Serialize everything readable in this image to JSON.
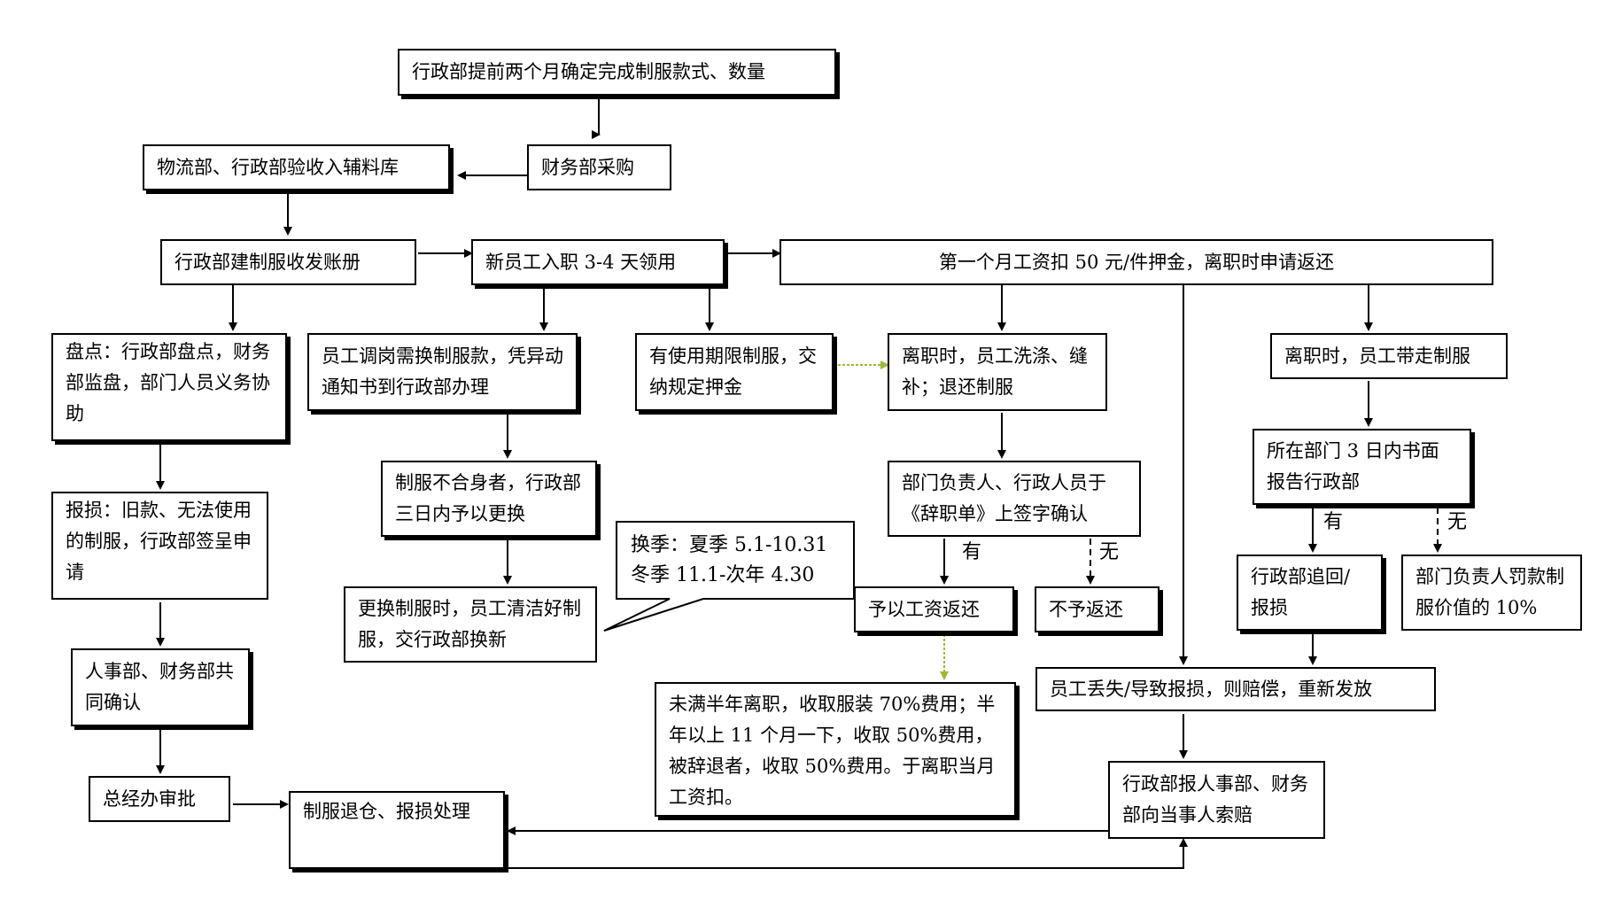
{
  "nodes": {
    "n1": "行政部提前两个月确定完成制服款式、数量",
    "n2": "财务部采购",
    "n3": "物流部、行政部验收入辅料库",
    "n4": "行政部建制服收发账册",
    "n5": "新员工入职 3-4 天领用",
    "n6": "第一个月工资扣 50 元/件押金，离职时申请返还",
    "n7": "盘点：行政部盘点，财务部监盘，部门人员义务协助",
    "n8": "员工调岗需换制服款，凭异动通知书到行政部办理",
    "n9": "有使用期限制服，交纳规定押金",
    "n10": "离职时，员工洗涤、缝补；退还制服",
    "n11": "离职时，员工带走制服",
    "n12": "报损：旧款、无法使用的制服，行政部签呈申请",
    "n13": "制服不合身者，行政部三日内予以更换",
    "n14": "部门负责人、行政人员于《辞职单》上签字确认",
    "n15": "所在部门 3 日内书面报告行政部",
    "n16": "人事部、财务部共同确认",
    "n17": "更换制服时，员工清洁好制服，交行政部换新",
    "n18": "予以工资返还",
    "n19": "不予返还",
    "n20": "行政部追回/报损",
    "n21": "部门负责人罚款制服价值的 10%",
    "n22": "总经办审批",
    "n23": "制服退仓、报损处理",
    "n24": "未满半年离职，收取服装 70%费用；半年以上 11 个月一下，收取 50%费用，被辞退者，收取 50%费用。于离职当月工资扣。",
    "n25": "员工丢失/导致报损，则赔偿，重新发放",
    "n26": "行政部报人事部、财务部向当事人索赔"
  },
  "callout": {
    "line1": "换季：夏季 5.1-10.31",
    "line2": "冬季 11.1-次年 4.30"
  },
  "branch_labels": {
    "resign_yes": "有",
    "resign_no": "无",
    "report_yes": "有",
    "report_no": "无"
  },
  "colors": {
    "line": "#000000",
    "accent_arrow": "#9bbb34"
  }
}
